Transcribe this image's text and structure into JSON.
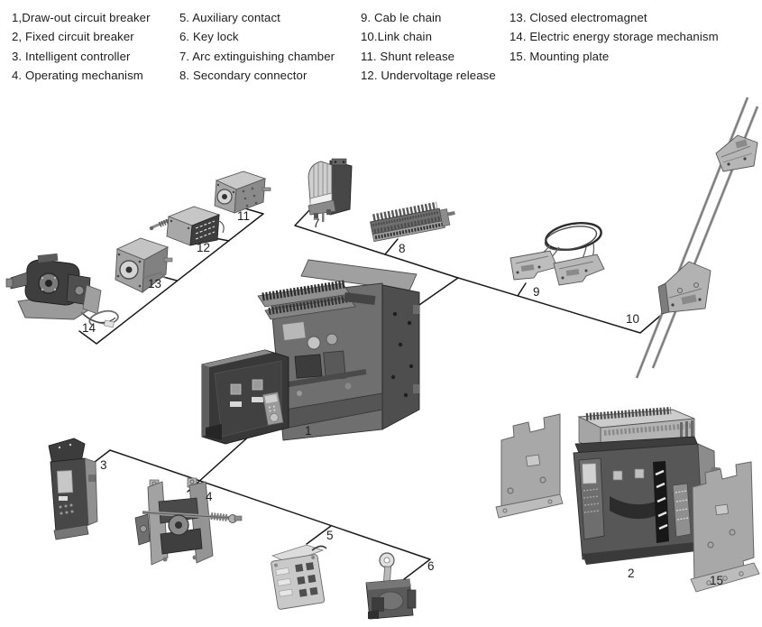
{
  "colors": {
    "background": "#ffffff",
    "leader_line": "#1a1a1a",
    "text": "#1c1c1c"
  },
  "legend": {
    "columns": [
      {
        "items": [
          "1,Draw-out circuit breaker",
          "2, Fixed circuit breaker",
          "3. Intelligent controller",
          "4. Operating mechanism"
        ]
      },
      {
        "items": [
          "5. Auxiliary contact",
          "6. Key lock",
          "7. Arc extinguishing chamber",
          "8. Secondary connector"
        ]
      },
      {
        "items": [
          "9. Cab le chain",
          "10.Link chain",
          "11. Shunt release",
          "12. Undervoltage release"
        ]
      },
      {
        "items": [
          "13. Closed electromagnet",
          "14. Electric energy storage mechanism",
          "15. Mounting plate"
        ]
      }
    ]
  },
  "diagram": {
    "part_labels": [
      "1",
      "2",
      "3",
      "4",
      "5",
      "6",
      "7",
      "8",
      "9",
      "10",
      "11",
      "12",
      "13",
      "14",
      "15"
    ]
  }
}
